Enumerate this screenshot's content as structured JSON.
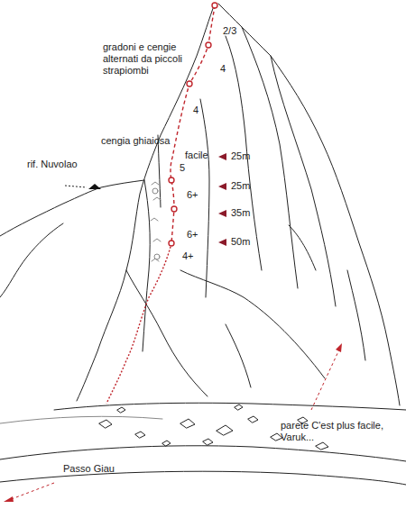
{
  "diagram": {
    "labels": [
      "gradoni e cengie alternati da piccoli strapiombi",
      "2/3",
      "4",
      "4",
      "cengia ghiaiosa",
      "facile",
      "rif. Nuvolao",
      "5",
      "25m",
      "25m",
      "6+",
      "35m",
      "6+",
      "50m",
      "4+",
      "parete C'est plus facile, Varuk...",
      "Passo Giau"
    ]
  }
}
